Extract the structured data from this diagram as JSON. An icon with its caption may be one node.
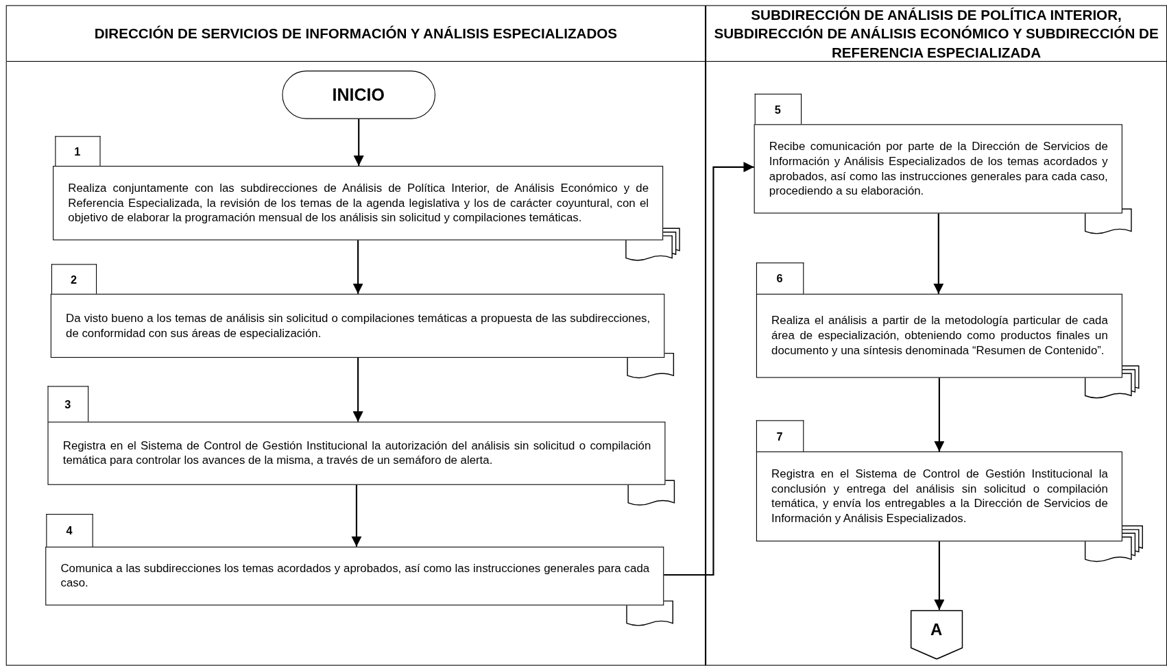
{
  "diagram": {
    "nodes": [
      {
        "text": [
          "DIRECCIÓN DE SERVICIOS DE INFORMACIÓN Y ANÁLISIS ESPECIALIZADOS"
        ]
      },
      {
        "text": [
          "INICIO"
        ],
        "in": 0
      },
      {
        "text": [
          "1",
          "Realiza conjuntamente con las subdirecciones de Análisis de Política Interior, de Análisis Económico y de Referencia Especializada, la revisión de los temas de la agenda legislativa y los de carácter coyuntural, con el objetivo de elaborar la programación mensual de los análisis sin solicitud y compilaciones temáticas."
        ],
        "in": 0
      },
      {
        "text": [
          "2",
          "Da visto bueno a los temas de análisis sin solicitud o compilaciones temáticas a propuesta de las subdirecciones, de conformidad con sus áreas de especialización."
        ],
        "in": 0
      },
      {
        "text": [
          "3",
          "Registra en el Sistema de Control de Gestión Institucional la autorización del análisis sin solicitud o compilación temática para controlar los avances de la misma, a través de un semáforo de alerta."
        ],
        "in": 0
      },
      {
        "text": [
          "4",
          "Comunica a las subdirecciones los temas acordados y aprobados, así como las instrucciones generales para cada caso."
        ],
        "in": 0
      },
      {
        "text": [
          "SUBDIRECCIÓN DE ANÁLISIS DE POLÍTICA INTERIOR, SUBDIRECCIÓN DE ANÁLISIS ECONÓMICO Y SUBDIRECCIÓN DE REFERENCIA ESPECIALIZADA"
        ]
      },
      {
        "text": [
          "5",
          "Recibe comunicación por parte de la Dirección de Servicios de Información y Análisis Especializados de los temas acordados y aprobados, así como las instrucciones generales para cada caso, procediendo a su elaboración."
        ],
        "in": 6
      },
      {
        "text": [
          "6",
          "Realiza el análisis a partir de la metodología particular de cada área de especialización, obteniendo como productos finales un documento y una síntesis denominada “Resumen de Contenido”."
        ],
        "in": 6
      },
      {
        "text": [
          "7",
          "Registra en el Sistema de Control de Gestión Institucional la conclusión y entrega del análisis sin solicitud o compilación temática, y envía los entregables a la Dirección de Servicios de Información y Análisis Especializados."
        ],
        "in": 6
      },
      {
        "text": [
          "A"
        ],
        "in": 6
      }
    ],
    "edges": [
      {
        "from": 1,
        "to": 2,
        "arrow": "to"
      },
      {
        "from": 2,
        "to": 3,
        "arrow": "to"
      },
      {
        "from": 3,
        "to": 4,
        "arrow": "to"
      },
      {
        "from": 4,
        "to": 5,
        "arrow": "to"
      },
      {
        "from": 5,
        "to": 7,
        "arrow": "to"
      },
      {
        "from": 7,
        "to": 8,
        "arrow": "to"
      },
      {
        "from": 8,
        "to": 9,
        "arrow": "to"
      },
      {
        "from": 9,
        "to": 10,
        "arrow": "to"
      }
    ]
  }
}
